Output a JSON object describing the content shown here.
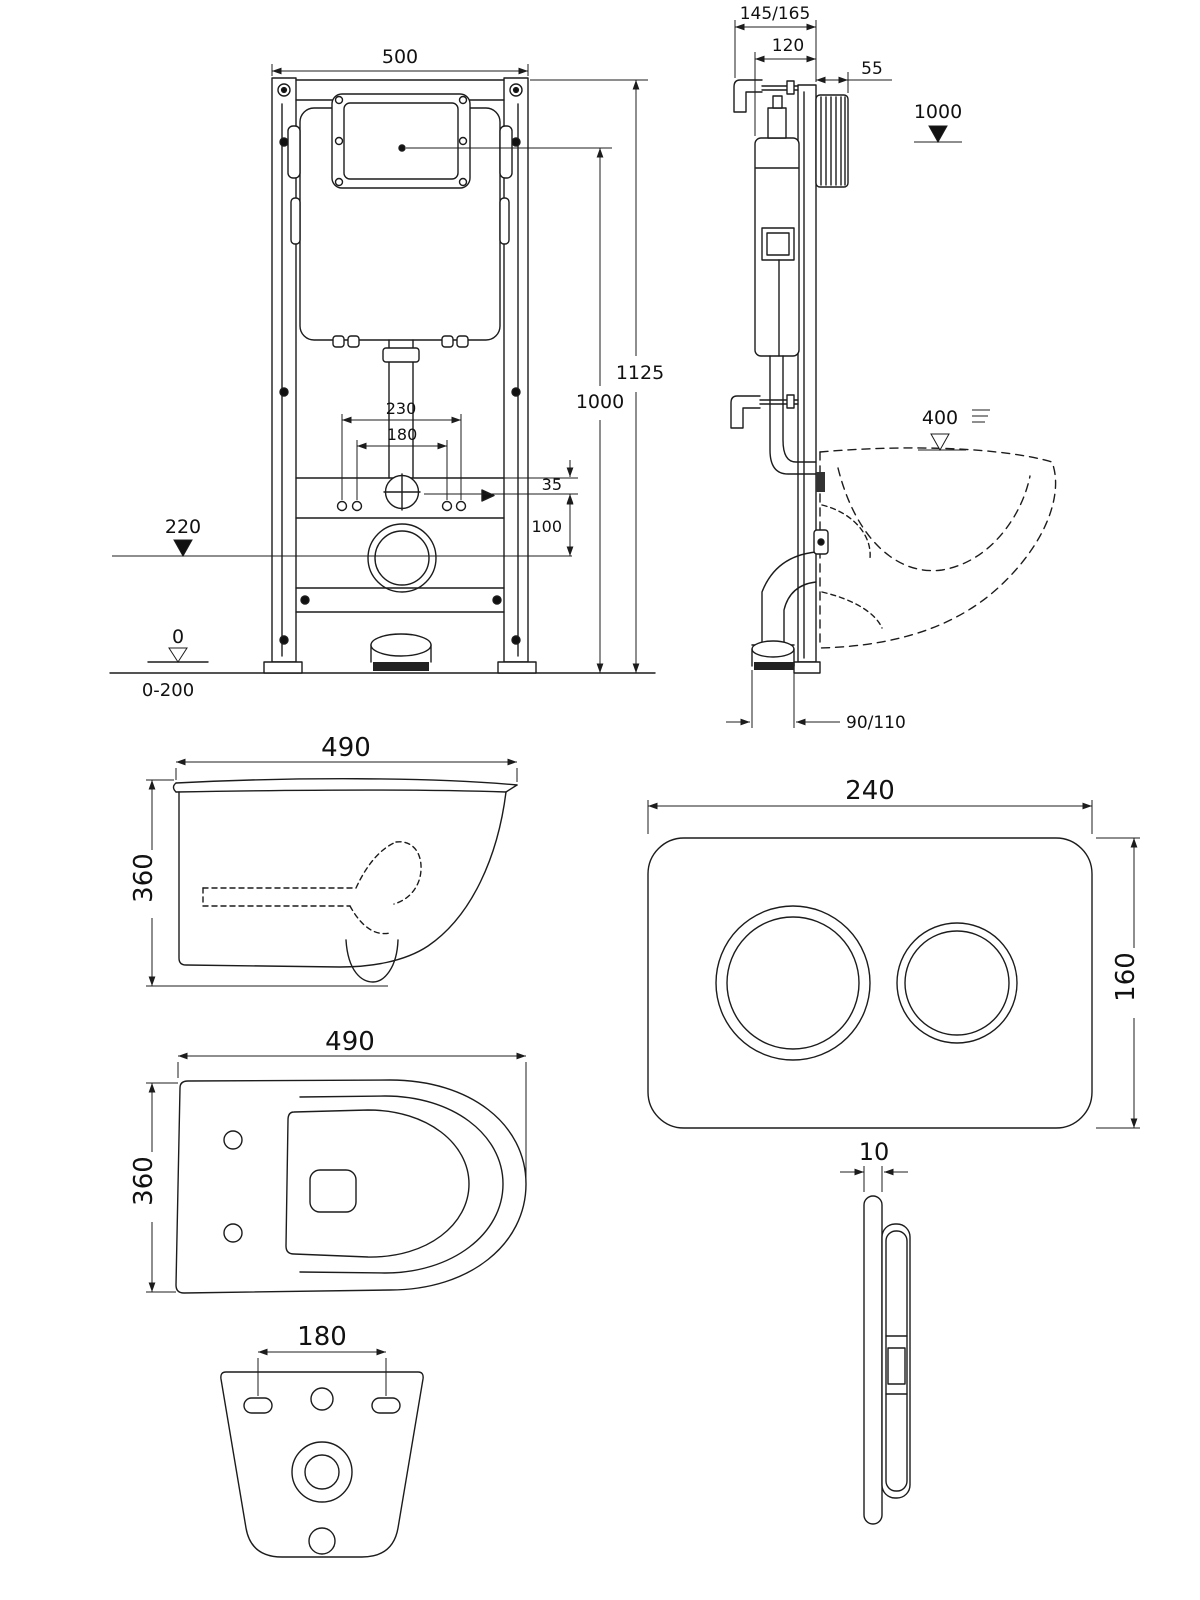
{
  "drawing": {
    "type": "technical-installation-diagram",
    "subject": "wall-hung toilet with concealed cistern frame and flush plate"
  },
  "colors": {
    "line": "#1c1c1c",
    "text": "#111111",
    "background": "#ffffff"
  },
  "front_view": {
    "width": "500",
    "total_height": "1125",
    "flush_center_height": "1000",
    "hole_spacing_outer": "230",
    "hole_spacing_inner": "180",
    "offset_35": "35",
    "offset_100": "100",
    "level_220": "220",
    "level_0": "0",
    "adjust_range": "0-200"
  },
  "side_view": {
    "depth_range": "145/165",
    "frame_depth": "120",
    "plate_depth": "55",
    "level_1000": "1000",
    "level_400": "400",
    "drain_diameter": "90/110"
  },
  "bowl_side": {
    "length": "490",
    "height": "360"
  },
  "bowl_top": {
    "length": "490",
    "width": "360"
  },
  "bowl_rear": {
    "hole_spacing": "180"
  },
  "plate_front": {
    "width": "240",
    "height": "160"
  },
  "plate_side": {
    "thickness": "10"
  }
}
